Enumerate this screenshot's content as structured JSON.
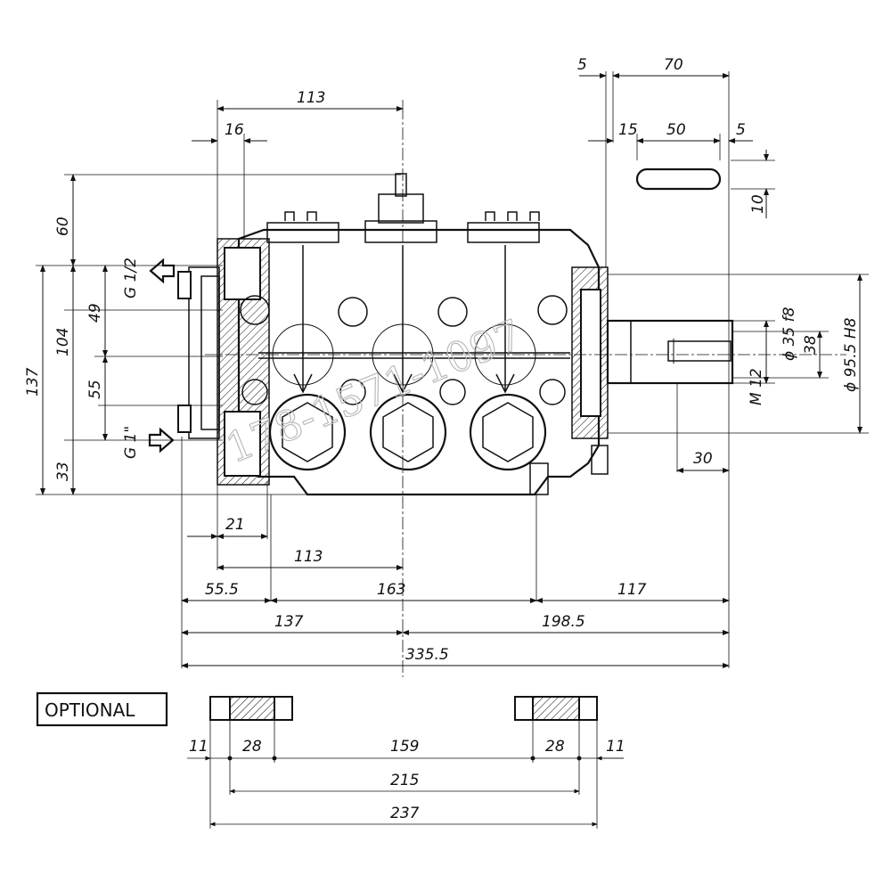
{
  "dimensions": {
    "top_5": "5",
    "top_70": "70",
    "top_113": "113",
    "top_16": "16",
    "top_15": "15",
    "top_50": "50",
    "top_5b": "5",
    "key_10": "10",
    "left_60": "60",
    "left_104": "104",
    "left_137": "137",
    "left_49": "49",
    "left_55": "55",
    "left_33": "33",
    "port_inlet": "G 1\"",
    "port_outlet": "G 1/2",
    "shaft_dia": "ϕ 35 f8",
    "shaft_38": "38",
    "flange_dia": "ϕ 95.5 H8",
    "thread": "M 12",
    "shaft_30": "30",
    "bot_21": "21",
    "bot_113": "113",
    "bot_55_5": "55.5",
    "bot_163": "163",
    "bot_117": "117",
    "bot_137": "137",
    "bot_198_5": "198.5",
    "bot_335_5": "335.5"
  },
  "optional": {
    "label": "OPTIONAL",
    "d11a": "11",
    "d28a": "28",
    "d159": "159",
    "d28b": "28",
    "d11b": "11",
    "d215": "215",
    "d237": "237"
  },
  "watermark": "178-1571-1097"
}
